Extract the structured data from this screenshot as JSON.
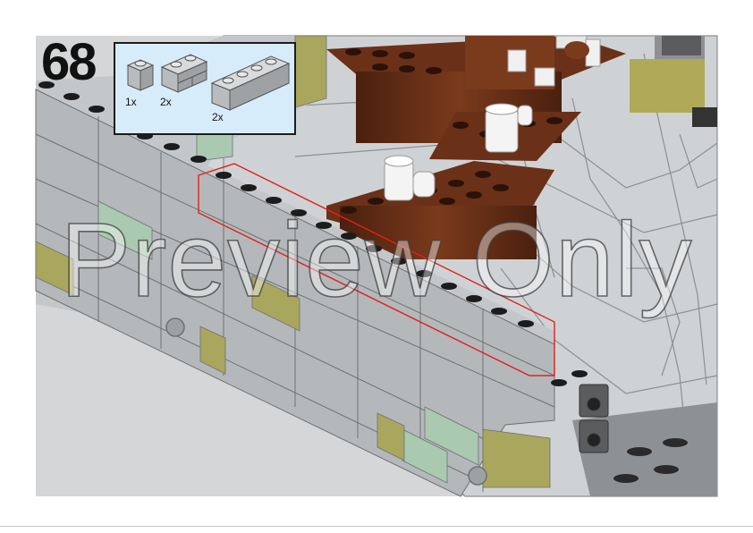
{
  "step": {
    "number": "68"
  },
  "parts_list": {
    "items": [
      {
        "icon": "brick-1x1-icon",
        "qty": "1x"
      },
      {
        "icon": "brick-1x2-masonry-icon",
        "qty": "2x"
      },
      {
        "icon": "brick-1x4-icon",
        "qty": "2x"
      }
    ]
  },
  "watermark": {
    "text": "Preview Only"
  },
  "colors": {
    "light_gray": "#b9bcbe",
    "dark_brown": "#5a2a14",
    "olive_tan": "#a9a65e",
    "sand_green": "#a9c9b0",
    "highlight_outline": "#e0201c",
    "parts_background": "#d7ecfb"
  }
}
